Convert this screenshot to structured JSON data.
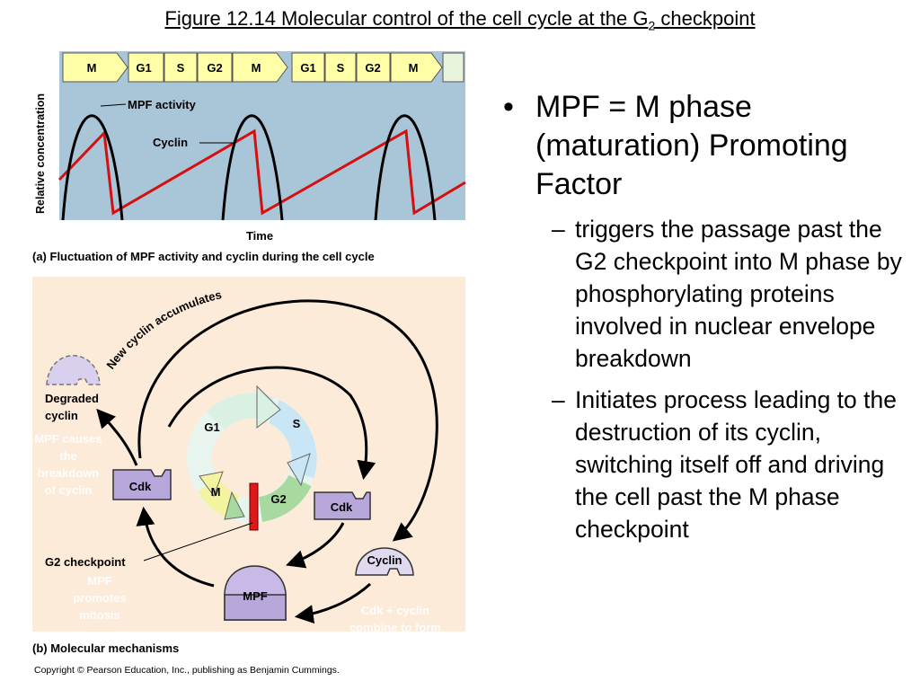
{
  "title": {
    "main": "Figure 12.14  Molecular control of the cell cycle at the G",
    "sub": "2",
    "tail": " checkpoint"
  },
  "panel_a": {
    "phases": [
      "M",
      "G1",
      "S",
      "G2",
      "M",
      "G1",
      "S",
      "G2",
      "M",
      ""
    ],
    "ylabel": "Relative concentration",
    "xlabel": "Time",
    "label_mpf": "MPF activity",
    "label_cyclin": "Cyclin",
    "caption": "(a) Fluctuation of MPF activity and cyclin during the cell cycle",
    "colors": {
      "bg": "#a9c6d9",
      "phase": "#ffffa8",
      "mpf": "#000000",
      "cyclin": "#d41010"
    }
  },
  "panel_b": {
    "new_cyclin": "New cyclin accumulates",
    "degraded_line1": "Degraded",
    "degraded_line2": "cyclin",
    "cdk_left": "Cdk",
    "cdk_right": "Cdk",
    "cyclin": "Cyclin",
    "mpf": "MPF",
    "g2_checkpoint": "G2 checkpoint",
    "cycle_g1": "G1",
    "cycle_s": "S",
    "cycle_g2": "G2",
    "cycle_m": "M",
    "faded_1": [
      "MPF causes",
      "the",
      "breakdown",
      "of cyclin"
    ],
    "faded_2": [
      "MPF",
      "promotes",
      "mitosis"
    ],
    "faded_3": [
      "Cdk + cyclin",
      "combine to form"
    ],
    "caption": "(b) Molecular mechanisms",
    "colors": {
      "bg": "#fdebd9",
      "purple": "#b7a7da",
      "faded": "#ffffff"
    }
  },
  "bullets": {
    "main": "MPF = M phase (maturation) Promoting Factor",
    "sub1": "triggers the passage past the G2 checkpoint into M phase by phosphorylating proteins involved in nuclear envelope breakdown",
    "sub2": "Initiates process leading to the destruction of its cyclin, switching itself off and driving the cell past the M phase checkpoint"
  },
  "copyright": "Copyright © Pearson Education, Inc., publishing as Benjamin Cummings."
}
